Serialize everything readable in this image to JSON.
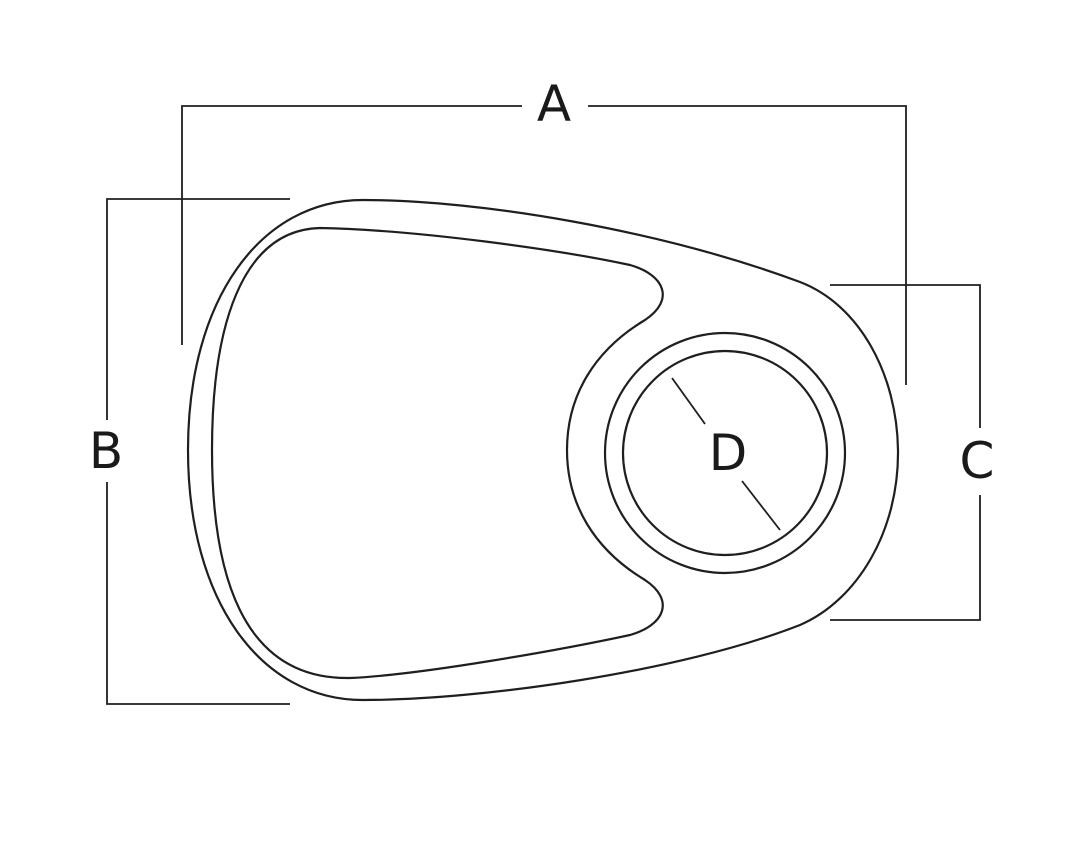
{
  "diagram": {
    "labels": {
      "a": "A",
      "b": "B",
      "c": "C",
      "d": "D"
    },
    "stroke_color": "#1f1f1f",
    "background_color": "#ffffff"
  }
}
